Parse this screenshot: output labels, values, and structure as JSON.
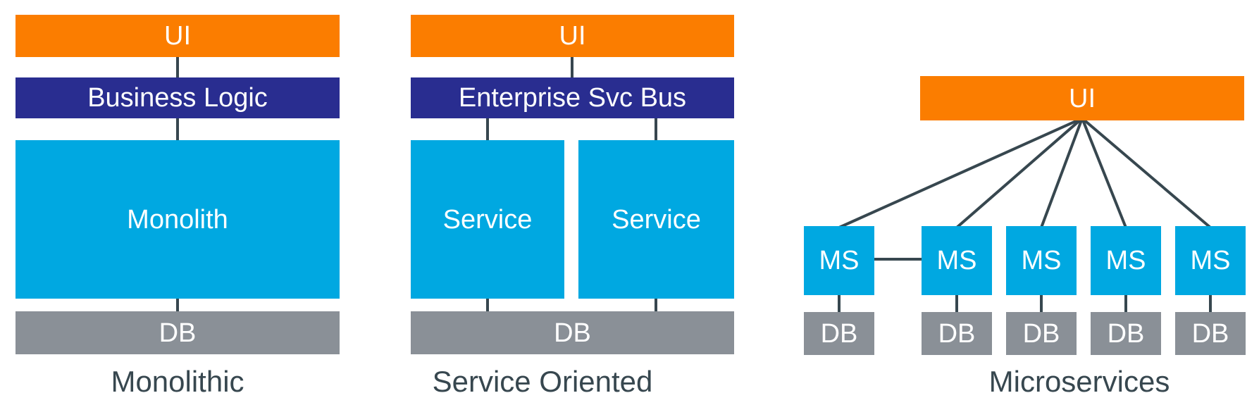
{
  "colors": {
    "orange": "#FB7D00",
    "indigo": "#292D90",
    "cyan": "#00A8E1",
    "gray": "#8A9097",
    "line": "#37474F",
    "label_text": "#37474F",
    "box_text": "#FFFFFF"
  },
  "monolithic": {
    "ui": "UI",
    "business_logic": "Business Logic",
    "monolith": "Monolith",
    "db": "DB",
    "label": "Monolithic"
  },
  "service_oriented": {
    "ui": "UI",
    "esb": "Enterprise Svc Bus",
    "service_left": "Service",
    "service_right": "Service",
    "db": "DB",
    "label": "Service Oriented"
  },
  "microservices": {
    "ui": "UI",
    "ms": [
      "MS",
      "MS",
      "MS",
      "MS",
      "MS"
    ],
    "db": [
      "DB",
      "DB",
      "DB",
      "DB",
      "DB"
    ],
    "label": "Microservices"
  }
}
